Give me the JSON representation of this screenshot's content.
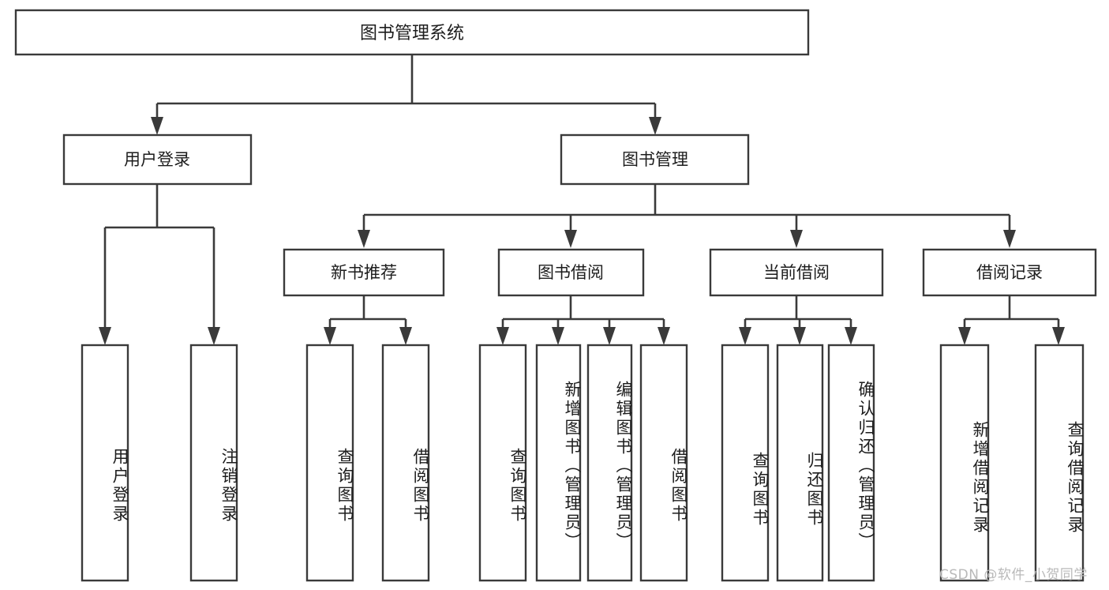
{
  "diagram": {
    "type": "tree-hierarchy",
    "title": "图书管理系统",
    "orientation": "top-down",
    "colors": {
      "box_stroke": "#3a3a3a",
      "box_fill": "#ffffff",
      "connector": "#3a3a3a",
      "text": "#1d1d1d",
      "watermark": "#b9b9b9",
      "background": "#ffffff"
    },
    "root": {
      "label": "图书管理系统"
    },
    "level2": [
      {
        "label": "用户登录"
      },
      {
        "label": "图书管理"
      }
    ],
    "level3": [
      {
        "label": "新书推荐"
      },
      {
        "label": "图书借阅"
      },
      {
        "label": "当前借阅"
      },
      {
        "label": "借阅记录"
      }
    ],
    "leaves": {
      "user_login": [
        {
          "label": "用户登录"
        },
        {
          "label": "注销登录"
        }
      ],
      "new_book_recommend": [
        {
          "label": "查询图书"
        },
        {
          "label": "借阅图书"
        }
      ],
      "book_borrow": [
        {
          "label": "查询图书"
        },
        {
          "label": "新增图书（管理员）"
        },
        {
          "label": "编辑图书（管理员）"
        },
        {
          "label": "借阅图书"
        }
      ],
      "current_borrow": [
        {
          "label": "查询图书"
        },
        {
          "label": "归还图书"
        },
        {
          "label": "确认归还（管理员）"
        }
      ],
      "borrow_record": [
        {
          "label": "新增借阅记录"
        },
        {
          "label": "查询借阅记录"
        }
      ]
    },
    "watermark": "CSDN @软件_小贺同学"
  }
}
